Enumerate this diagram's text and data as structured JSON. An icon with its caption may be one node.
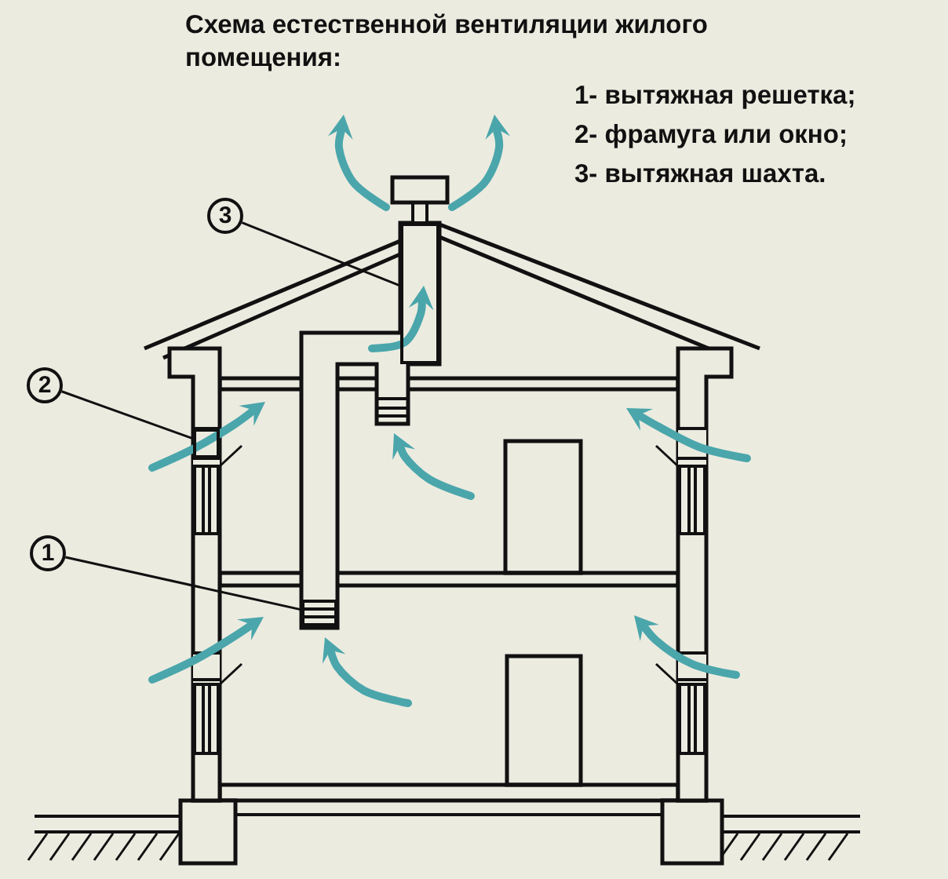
{
  "diagram": {
    "title": "Схема естественной вентиляции жилого помещения:",
    "nodes": [
      {
        "text": [
          "1"
        ]
      },
      {
        "text": [
          "2"
        ]
      },
      {
        "text": [
          "3"
        ]
      },
      {
        "text": [],
        "shape": "box"
      },
      {
        "text": [],
        "shape": "box"
      },
      {
        "text": [],
        "shape": "box"
      }
    ],
    "edges": [
      {
        "from": 0,
        "to": 3,
        "arrow": "none"
      },
      {
        "from": 1,
        "to": 4,
        "arrow": "none"
      },
      {
        "from": 2,
        "to": 5,
        "arrow": "none"
      }
    ],
    "labels": [
      "1- вытяжная решетка;",
      "2- фрамуга или окно;",
      "3- вытяжная шахта."
    ]
  }
}
